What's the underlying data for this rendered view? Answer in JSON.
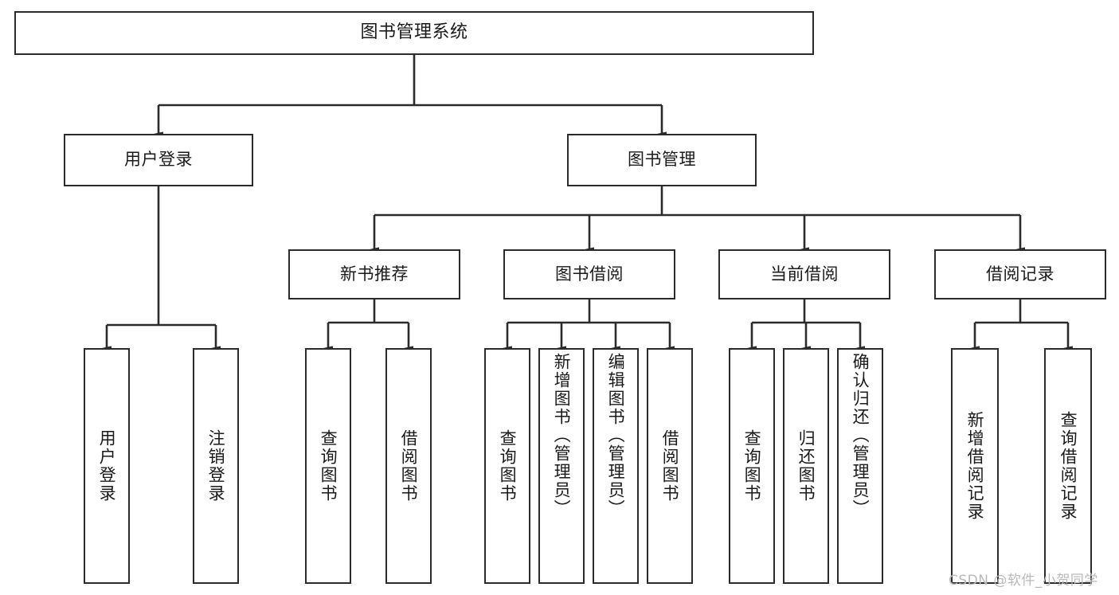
{
  "diagram": {
    "type": "hierarchy-tree",
    "title": "图书管理系统",
    "root": {
      "id": "root",
      "label": "图书管理系统"
    },
    "level2": [
      {
        "id": "user-login",
        "label": "用户登录"
      },
      {
        "id": "book-manage",
        "label": "图书管理"
      }
    ],
    "level3": [
      {
        "id": "new-book-rec",
        "label": "新书推荐",
        "parent": "book-manage"
      },
      {
        "id": "book-borrow",
        "label": "图书借阅",
        "parent": "book-manage"
      },
      {
        "id": "current-borrow",
        "label": "当前借阅",
        "parent": "book-manage"
      },
      {
        "id": "borrow-record",
        "label": "借阅记录",
        "parent": "book-manage"
      }
    ],
    "leaves": {
      "user-login": [
        {
          "id": "leaf-user-login",
          "label": "用户登录"
        },
        {
          "id": "leaf-user-logout",
          "label": "注销登录"
        }
      ],
      "new-book-rec": [
        {
          "id": "leaf-query-book-1",
          "label": "查询图书"
        },
        {
          "id": "leaf-borrow-book-1",
          "label": "借阅图书"
        }
      ],
      "book-borrow": [
        {
          "id": "leaf-query-book-2",
          "label": "查询图书"
        },
        {
          "id": "leaf-add-book",
          "label": "新增图书（管理员）"
        },
        {
          "id": "leaf-edit-book",
          "label": "编辑图书（管理员）"
        },
        {
          "id": "leaf-borrow-book-2",
          "label": "借阅图书"
        }
      ],
      "current-borrow": [
        {
          "id": "leaf-query-book-3",
          "label": "查询图书"
        },
        {
          "id": "leaf-return-book",
          "label": "归还图书"
        },
        {
          "id": "leaf-confirm-return",
          "label": "确认归还（管理员）"
        }
      ],
      "borrow-record": [
        {
          "id": "leaf-add-record",
          "label": "新增借阅记录"
        },
        {
          "id": "leaf-query-record",
          "label": "查询借阅记录"
        }
      ]
    }
  },
  "watermark": {
    "text": "CSDN @软件_小贺同学"
  },
  "colors": {
    "stroke": "#2b2b2b",
    "fill": "#ffffff",
    "text": "#1a1a1a",
    "watermark": "#b9b9b9"
  }
}
